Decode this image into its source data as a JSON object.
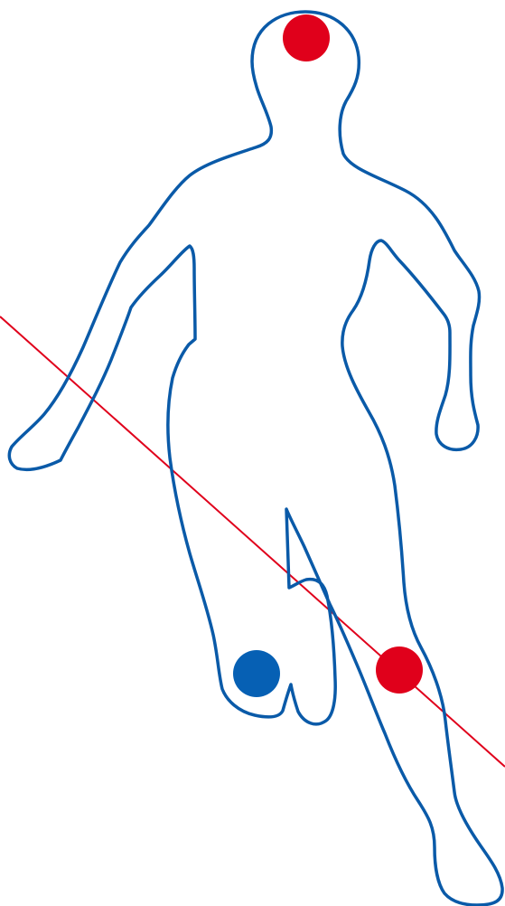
{
  "diagram": {
    "outline_color": "#0a5aa8",
    "line_color": "#e0001b",
    "markers": [
      {
        "name": "head-marker",
        "color": "#e0001b"
      },
      {
        "name": "knee-marker",
        "color": "#e0001b"
      },
      {
        "name": "ball-marker",
        "color": "#0660b4"
      }
    ]
  }
}
